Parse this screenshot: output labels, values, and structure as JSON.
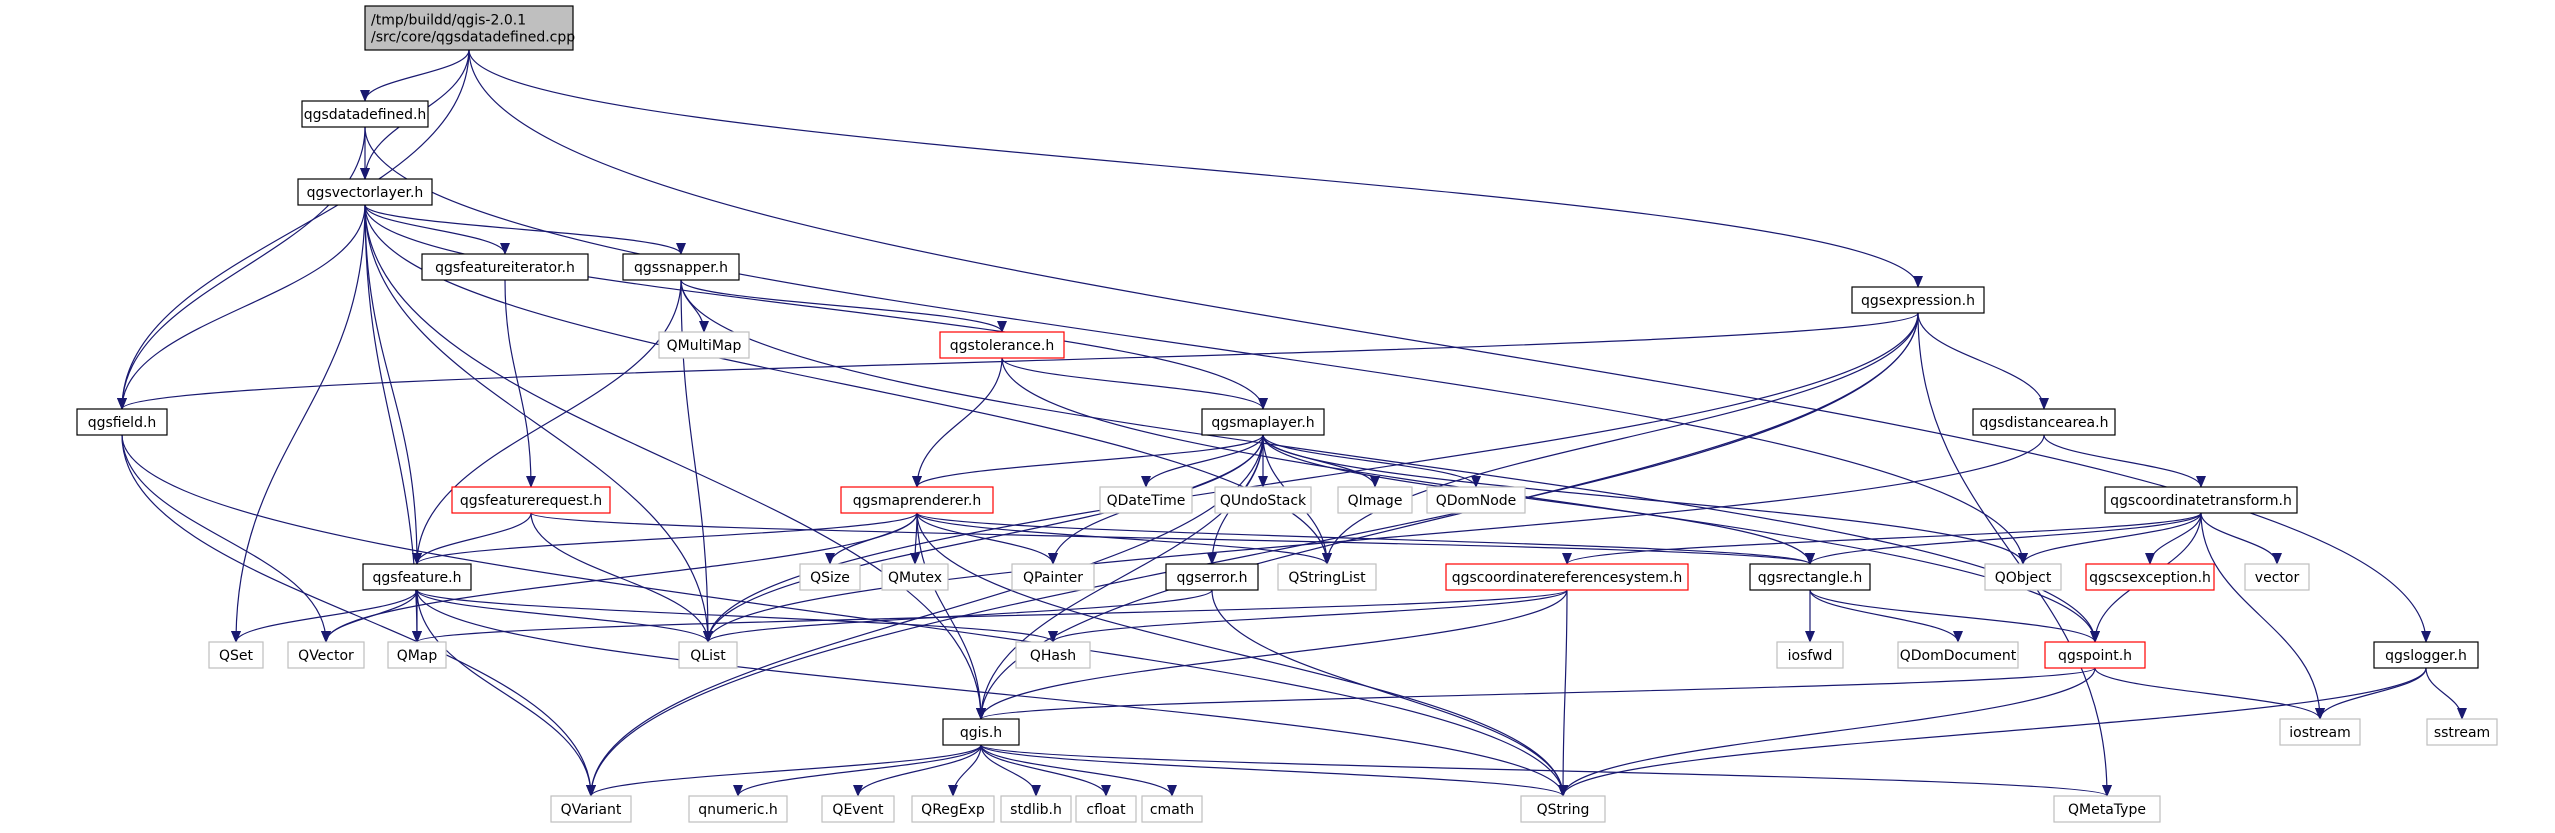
{
  "graph": {
    "colors": {
      "edge": "#191970",
      "focus_fill": "#bfbfbf",
      "internal_border": "#000000",
      "external_border": "#bfbfbf",
      "warn_border": "#ff0000",
      "background": "#ffffff"
    },
    "nodes": [
      {
        "id": "root",
        "kind": "focus",
        "lines": [
          "/tmp/buildd/qgis-2.0.1",
          "/src/core/qgsdatadefined.cpp"
        ]
      },
      {
        "id": "qgsdatadefined_h",
        "kind": "internal",
        "lines": [
          "qgsdatadefined.h"
        ]
      },
      {
        "id": "qgsvectorlayer_h",
        "kind": "internal",
        "lines": [
          "qgsvectorlayer.h"
        ]
      },
      {
        "id": "qgsfeatureiterator_h",
        "kind": "internal",
        "lines": [
          "qgsfeatureiterator.h"
        ]
      },
      {
        "id": "qgssnapper_h",
        "kind": "internal",
        "lines": [
          "qgssnapper.h"
        ]
      },
      {
        "id": "qmultimap",
        "kind": "external",
        "lines": [
          "QMultiMap"
        ]
      },
      {
        "id": "qgstolerance_h",
        "kind": "warn",
        "lines": [
          "qgstolerance.h"
        ]
      },
      {
        "id": "qgsexpression_h",
        "kind": "internal",
        "lines": [
          "qgsexpression.h"
        ]
      },
      {
        "id": "qgsfield_h",
        "kind": "internal",
        "lines": [
          "qgsfield.h"
        ]
      },
      {
        "id": "qgsmaplayer_h",
        "kind": "internal",
        "lines": [
          "qgsmaplayer.h"
        ]
      },
      {
        "id": "qgsdistancearea_h",
        "kind": "internal",
        "lines": [
          "qgsdistancearea.h"
        ]
      },
      {
        "id": "qgsfeaturerequest_h",
        "kind": "warn",
        "lines": [
          "qgsfeaturerequest.h"
        ]
      },
      {
        "id": "qgsmaprenderer_h",
        "kind": "warn",
        "lines": [
          "qgsmaprenderer.h"
        ]
      },
      {
        "id": "qdatetime",
        "kind": "external",
        "lines": [
          "QDateTime"
        ]
      },
      {
        "id": "qundostack",
        "kind": "external",
        "lines": [
          "QUndoStack"
        ]
      },
      {
        "id": "qimage",
        "kind": "external",
        "lines": [
          "QImage"
        ]
      },
      {
        "id": "qdomnode",
        "kind": "external",
        "lines": [
          "QDomNode"
        ]
      },
      {
        "id": "qgscoordinatetransform_h",
        "kind": "internal",
        "lines": [
          "qgscoordinatetransform.h"
        ]
      },
      {
        "id": "qgsfeature_h",
        "kind": "internal",
        "lines": [
          "qgsfeature.h"
        ]
      },
      {
        "id": "qsize",
        "kind": "external",
        "lines": [
          "QSize"
        ]
      },
      {
        "id": "qmutex",
        "kind": "external",
        "lines": [
          "QMutex"
        ]
      },
      {
        "id": "qpainter",
        "kind": "external",
        "lines": [
          "QPainter"
        ]
      },
      {
        "id": "qgserror_h",
        "kind": "internal",
        "lines": [
          "qgserror.h"
        ]
      },
      {
        "id": "qstringlist",
        "kind": "external",
        "lines": [
          "QStringList"
        ]
      },
      {
        "id": "qgscoordinatereferencesystem_h",
        "kind": "warn",
        "lines": [
          "qgscoordinatereferencesystem.h"
        ]
      },
      {
        "id": "qgsrectangle_h",
        "kind": "internal",
        "lines": [
          "qgsrectangle.h"
        ]
      },
      {
        "id": "qobject",
        "kind": "external",
        "lines": [
          "QObject"
        ]
      },
      {
        "id": "qgscsexception_h",
        "kind": "warn",
        "lines": [
          "qgscsexception.h"
        ]
      },
      {
        "id": "vector",
        "kind": "external",
        "lines": [
          "vector"
        ]
      },
      {
        "id": "qset",
        "kind": "external",
        "lines": [
          "QSet"
        ]
      },
      {
        "id": "qvector",
        "kind": "external",
        "lines": [
          "QVector"
        ]
      },
      {
        "id": "qmap",
        "kind": "external",
        "lines": [
          "QMap"
        ]
      },
      {
        "id": "qlist",
        "kind": "external",
        "lines": [
          "QList"
        ]
      },
      {
        "id": "qhash",
        "kind": "external",
        "lines": [
          "QHash"
        ]
      },
      {
        "id": "iosfwd",
        "kind": "external",
        "lines": [
          "iosfwd"
        ]
      },
      {
        "id": "qdomdocument",
        "kind": "external",
        "lines": [
          "QDomDocument"
        ]
      },
      {
        "id": "qgspoint_h",
        "kind": "warn",
        "lines": [
          "qgspoint.h"
        ]
      },
      {
        "id": "qgslogger_h",
        "kind": "internal",
        "lines": [
          "qgslogger.h"
        ]
      },
      {
        "id": "iostream",
        "kind": "external",
        "lines": [
          "iostream"
        ]
      },
      {
        "id": "sstream",
        "kind": "external",
        "lines": [
          "sstream"
        ]
      },
      {
        "id": "qgis_h",
        "kind": "internal",
        "lines": [
          "qgis.h"
        ]
      },
      {
        "id": "qvariant",
        "kind": "external",
        "lines": [
          "QVariant"
        ]
      },
      {
        "id": "qnumeric_h",
        "kind": "external",
        "lines": [
          "qnumeric.h"
        ]
      },
      {
        "id": "qevent",
        "kind": "external",
        "lines": [
          "QEvent"
        ]
      },
      {
        "id": "qregexp",
        "kind": "external",
        "lines": [
          "QRegExp"
        ]
      },
      {
        "id": "stdlib_h",
        "kind": "external",
        "lines": [
          "stdlib.h"
        ]
      },
      {
        "id": "cfloat",
        "kind": "external",
        "lines": [
          "cfloat"
        ]
      },
      {
        "id": "cmath",
        "kind": "external",
        "lines": [
          "cmath"
        ]
      },
      {
        "id": "qstring",
        "kind": "external",
        "lines": [
          "QString"
        ]
      },
      {
        "id": "qmetatype",
        "kind": "external",
        "lines": [
          "QMetaType"
        ]
      }
    ],
    "edges": [
      [
        "root",
        "qgsdatadefined_h"
      ],
      [
        "root",
        "qgsvectorlayer_h"
      ],
      [
        "root",
        "qgsfield_h"
      ],
      [
        "root",
        "qgsexpression_h"
      ],
      [
        "root",
        "qgslogger_h"
      ],
      [
        "qgsdatadefined_h",
        "qgsvectorlayer_h"
      ],
      [
        "qgsdatadefined_h",
        "qgsfield_h"
      ],
      [
        "qgsdatadefined_h",
        "qobject"
      ],
      [
        "qgsvectorlayer_h",
        "qgsfeatureiterator_h"
      ],
      [
        "qgsvectorlayer_h",
        "qgssnapper_h"
      ],
      [
        "qgsvectorlayer_h",
        "qgsfield_h"
      ],
      [
        "qgsvectorlayer_h",
        "qgsmaplayer_h"
      ],
      [
        "qgsvectorlayer_h",
        "qgsfeature_h"
      ],
      [
        "qgsvectorlayer_h",
        "qset"
      ],
      [
        "qgsvectorlayer_h",
        "qmap"
      ],
      [
        "qgsvectorlayer_h",
        "qlist"
      ],
      [
        "qgsvectorlayer_h",
        "qgis_h"
      ],
      [
        "qgsvectorlayer_h",
        "qstringlist"
      ],
      [
        "qgsfeatureiterator_h",
        "qgsfeaturerequest_h"
      ],
      [
        "qgssnapper_h",
        "qmultimap"
      ],
      [
        "qgssnapper_h",
        "qgstolerance_h"
      ],
      [
        "qgssnapper_h",
        "qgsfeature_h"
      ],
      [
        "qgssnapper_h",
        "qlist"
      ],
      [
        "qgssnapper_h",
        "qgspoint_h"
      ],
      [
        "qgstolerance_h",
        "qgsmaplayer_h"
      ],
      [
        "qgstolerance_h",
        "qgsmaprenderer_h"
      ],
      [
        "qgstolerance_h",
        "qgspoint_h"
      ],
      [
        "qgsexpression_h",
        "qgsdistancearea_h"
      ],
      [
        "qgsexpression_h",
        "qgsfield_h"
      ],
      [
        "qgsexpression_h",
        "qstringlist"
      ],
      [
        "qgsexpression_h",
        "qvariant"
      ],
      [
        "qgsexpression_h",
        "qlist"
      ],
      [
        "qgsexpression_h",
        "qmetatype"
      ],
      [
        "qgsexpression_h",
        "qgis_h"
      ],
      [
        "qgsfield_h",
        "qvector"
      ],
      [
        "qgsfield_h",
        "qvariant"
      ],
      [
        "qgsfield_h",
        "qstring"
      ],
      [
        "qgsmaplayer_h",
        "qdatetime"
      ],
      [
        "qgsmaplayer_h",
        "qundostack"
      ],
      [
        "qgsmaplayer_h",
        "qimage"
      ],
      [
        "qgsmaplayer_h",
        "qdomnode"
      ],
      [
        "qgsmaplayer_h",
        "qgsmaprenderer_h"
      ],
      [
        "qgsmaplayer_h",
        "qgsrectangle_h"
      ],
      [
        "qgsmaplayer_h",
        "qgserror_h"
      ],
      [
        "qgsmaplayer_h",
        "qobject"
      ],
      [
        "qgsmaplayer_h",
        "qpainter"
      ],
      [
        "qgsmaplayer_h",
        "qvariant"
      ],
      [
        "qgsmaplayer_h",
        "qlist"
      ],
      [
        "qgsmaplayer_h",
        "qstringlist"
      ],
      [
        "qgsmaplayer_h",
        "qgis_h"
      ],
      [
        "qgsdistancearea_h",
        "qgscoordinatetransform_h"
      ],
      [
        "qgsdistancearea_h",
        "qlist"
      ],
      [
        "qgsfeaturerequest_h",
        "qgsfeature_h"
      ],
      [
        "qgsfeaturerequest_h",
        "qgsrectangle_h"
      ],
      [
        "qgsfeaturerequest_h",
        "qlist"
      ],
      [
        "qgsmaprenderer_h",
        "qsize"
      ],
      [
        "qgsmaprenderer_h",
        "qmutex"
      ],
      [
        "qgsmaprenderer_h",
        "qpainter"
      ],
      [
        "qgsmaprenderer_h",
        "qstringlist"
      ],
      [
        "qgsmaprenderer_h",
        "qvector"
      ],
      [
        "qgsmaprenderer_h",
        "qgsrectangle_h"
      ],
      [
        "qgsmaprenderer_h",
        "qgis_h"
      ],
      [
        "qgsmaprenderer_h",
        "qgsfeature_h"
      ],
      [
        "qgsmaprenderer_h",
        "qstring"
      ],
      [
        "qgscoordinatetransform_h",
        "qgscoordinatereferencesystem_h"
      ],
      [
        "qgscoordinatetransform_h",
        "qgsrectangle_h"
      ],
      [
        "qgscoordinatetransform_h",
        "qobject"
      ],
      [
        "qgscoordinatetransform_h",
        "qgscsexception_h"
      ],
      [
        "qgscoordinatetransform_h",
        "vector"
      ],
      [
        "qgscoordinatetransform_h",
        "qgspoint_h"
      ],
      [
        "qgscoordinatetransform_h",
        "iostream"
      ],
      [
        "qgsfeature_h",
        "qset"
      ],
      [
        "qgsfeature_h",
        "qvector"
      ],
      [
        "qgsfeature_h",
        "qmap"
      ],
      [
        "qgsfeature_h",
        "qlist"
      ],
      [
        "qgsfeature_h",
        "qhash"
      ],
      [
        "qgsfeature_h",
        "qvariant"
      ],
      [
        "qgsfeature_h",
        "qstring"
      ],
      [
        "qgserror_h",
        "qlist"
      ],
      [
        "qgserror_h",
        "qstring"
      ],
      [
        "qgscoordinatereferencesystem_h",
        "qmap"
      ],
      [
        "qgscoordinatereferencesystem_h",
        "qhash"
      ],
      [
        "qgscoordinatereferencesystem_h",
        "qstring"
      ],
      [
        "qgscoordinatereferencesystem_h",
        "qgis_h"
      ],
      [
        "qgsrectangle_h",
        "iosfwd"
      ],
      [
        "qgsrectangle_h",
        "qdomdocument"
      ],
      [
        "qgsrectangle_h",
        "qgspoint_h"
      ],
      [
        "qgspoint_h",
        "qgis_h"
      ],
      [
        "qgspoint_h",
        "iostream"
      ],
      [
        "qgspoint_h",
        "qstring"
      ],
      [
        "qgslogger_h",
        "iostream"
      ],
      [
        "qgslogger_h",
        "sstream"
      ],
      [
        "qgslogger_h",
        "qstring"
      ],
      [
        "qgis_h",
        "qvariant"
      ],
      [
        "qgis_h",
        "qnumeric_h"
      ],
      [
        "qgis_h",
        "qevent"
      ],
      [
        "qgis_h",
        "qregexp"
      ],
      [
        "qgis_h",
        "stdlib_h"
      ],
      [
        "qgis_h",
        "cfloat"
      ],
      [
        "qgis_h",
        "cmath"
      ],
      [
        "qgis_h",
        "qstring"
      ],
      [
        "qgis_h",
        "qmetatype"
      ]
    ]
  }
}
